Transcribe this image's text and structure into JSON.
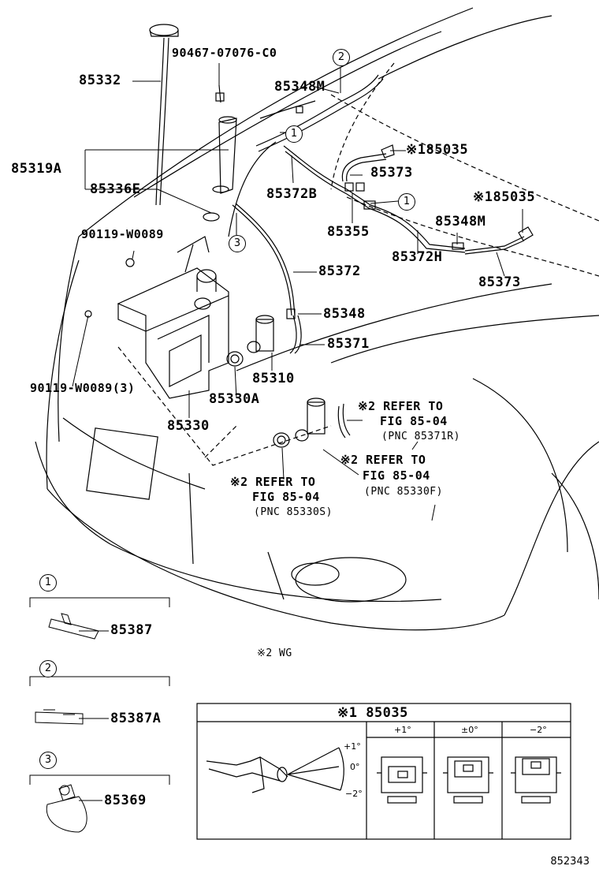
{
  "labels": {
    "p85332": "85332",
    "p90467": "90467-07076-C0",
    "p85348M_top": "85348M",
    "p85319A": "85319A",
    "p85336E": "85336E",
    "p85372B": "85372B",
    "p85035_a": "※185035",
    "p85373_a": "85373",
    "p85035_b": "※185035",
    "p85355": "85355",
    "p85348M_mid": "85348M",
    "p85372H": "85372H",
    "p85373_b": "85373",
    "p90119a": "90119-W0089",
    "p85372": "85372",
    "p85348": "85348",
    "p85371": "85371",
    "p85310": "85310",
    "p90119b": "90119-W0089(3)",
    "p85330A": "85330A",
    "p85330": "85330",
    "ref1_l1": "※2 REFER TO",
    "ref1_l2": "FIG 85-04",
    "ref1_l3": "(PNC 85371R)",
    "ref2_l1": "※2 REFER TO",
    "ref2_l2": "FIG 85-04",
    "ref2_l3": "(PNC 85330F)",
    "ref3_l1": "※2 REFER TO",
    "ref3_l2": "FIG 85-04",
    "ref3_l3": "(PNC 85330S)",
    "note_wg": "※2 WG",
    "p85387": "85387",
    "p85387A": "85387A",
    "p85369": "85369",
    "table_title": "※1 85035",
    "col_plus": "+1°",
    "col_zero": "±0°",
    "col_minus": "−2°",
    "ang_plus": "+1°",
    "ang_zero": "0°",
    "ang_minus": "−2°",
    "figure_id": "852343"
  },
  "callouts": {
    "c1": "1",
    "c2": "2",
    "c3": "3",
    "c1b": "1",
    "k1": "1",
    "k2": "2",
    "k3": "3"
  },
  "colors": {
    "line": "#000000",
    "background": "#ffffff"
  }
}
